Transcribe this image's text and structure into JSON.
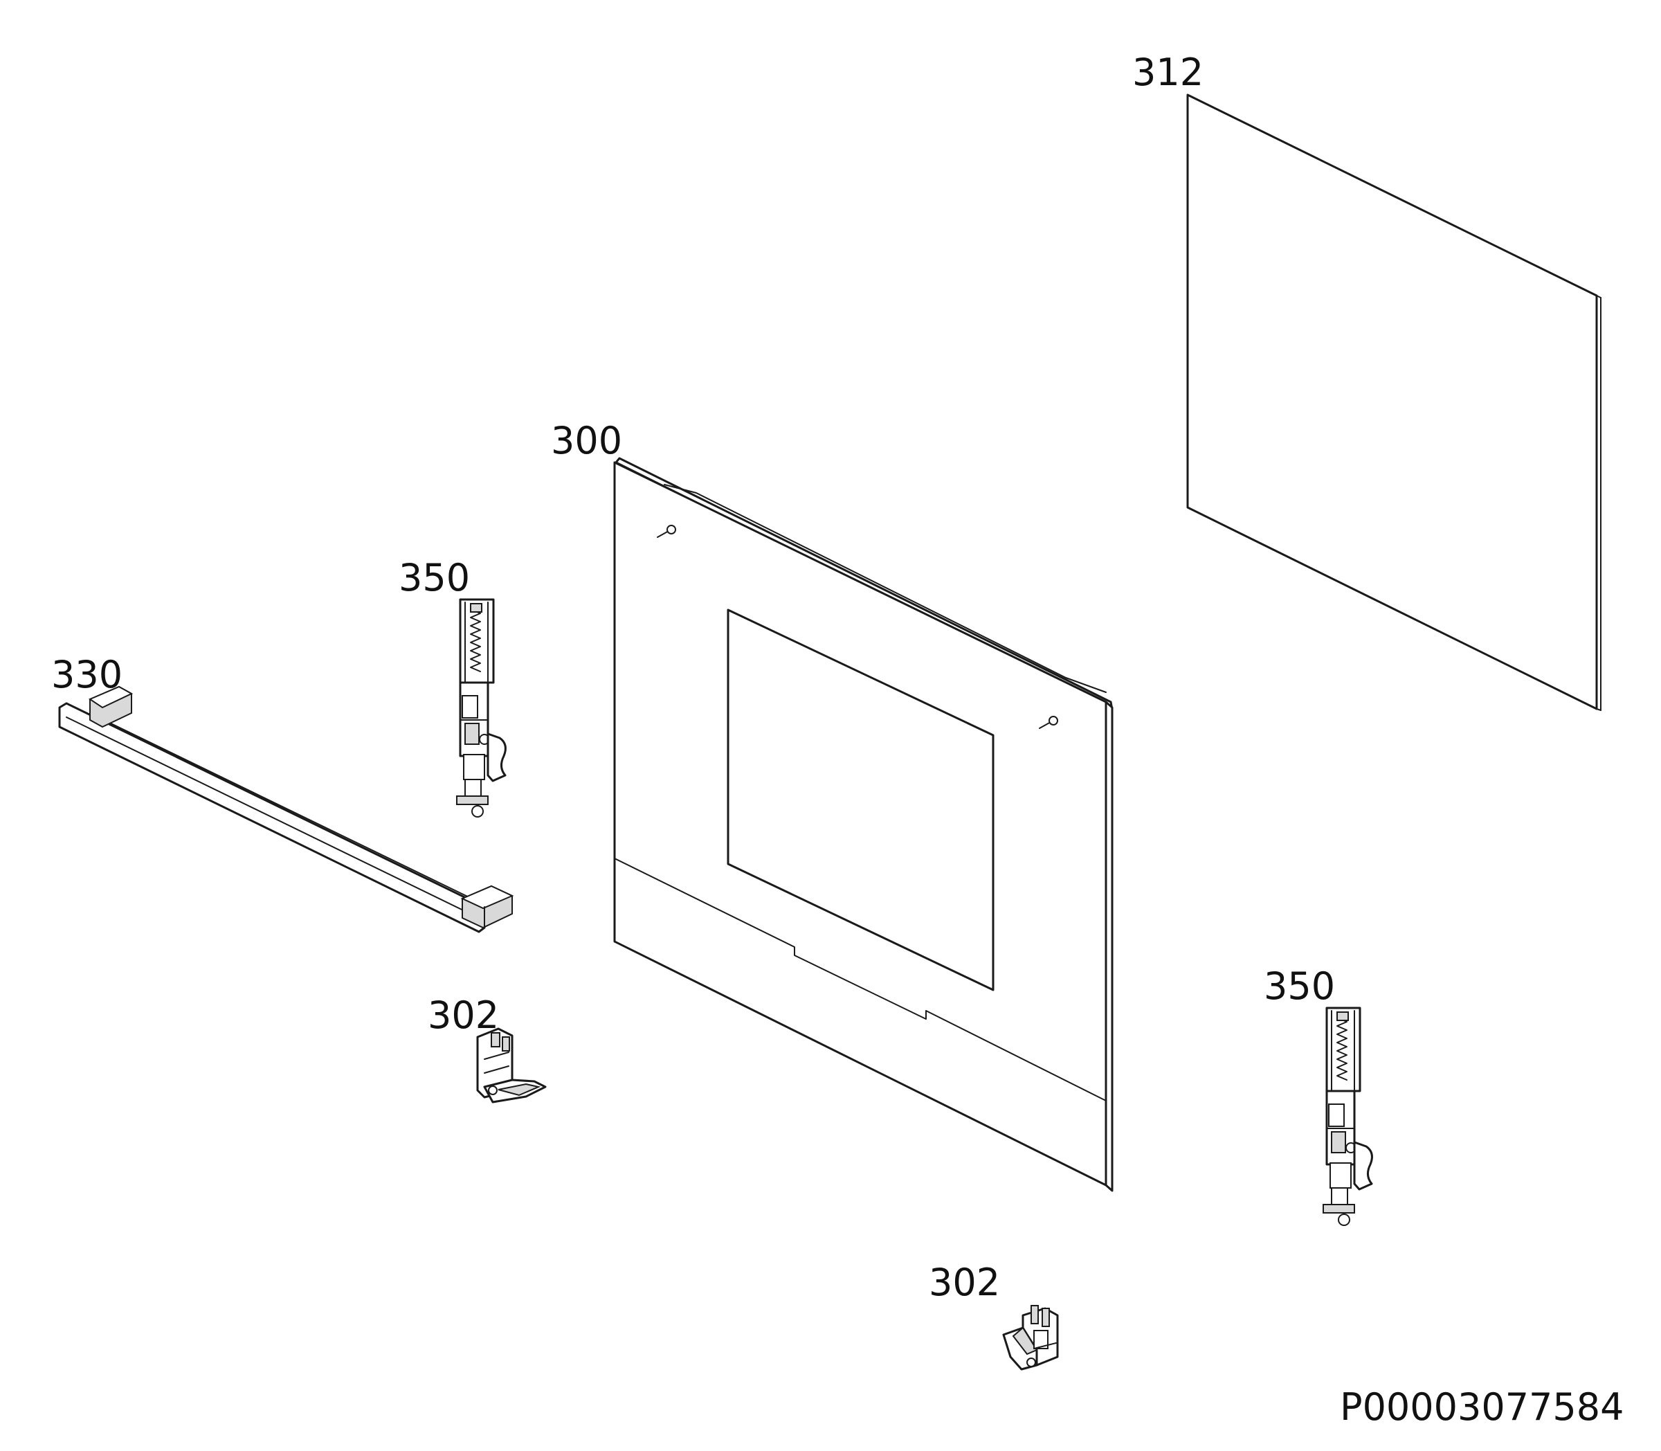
{
  "parts": [
    {
      "id": "p312",
      "number": "312"
    },
    {
      "id": "p300",
      "number": "300"
    },
    {
      "id": "p350a",
      "number": "350"
    },
    {
      "id": "p330",
      "number": "330"
    },
    {
      "id": "p302a",
      "number": "302"
    },
    {
      "id": "p350b",
      "number": "350"
    },
    {
      "id": "p302b",
      "number": "302"
    }
  ],
  "document_id": "P00003077584"
}
